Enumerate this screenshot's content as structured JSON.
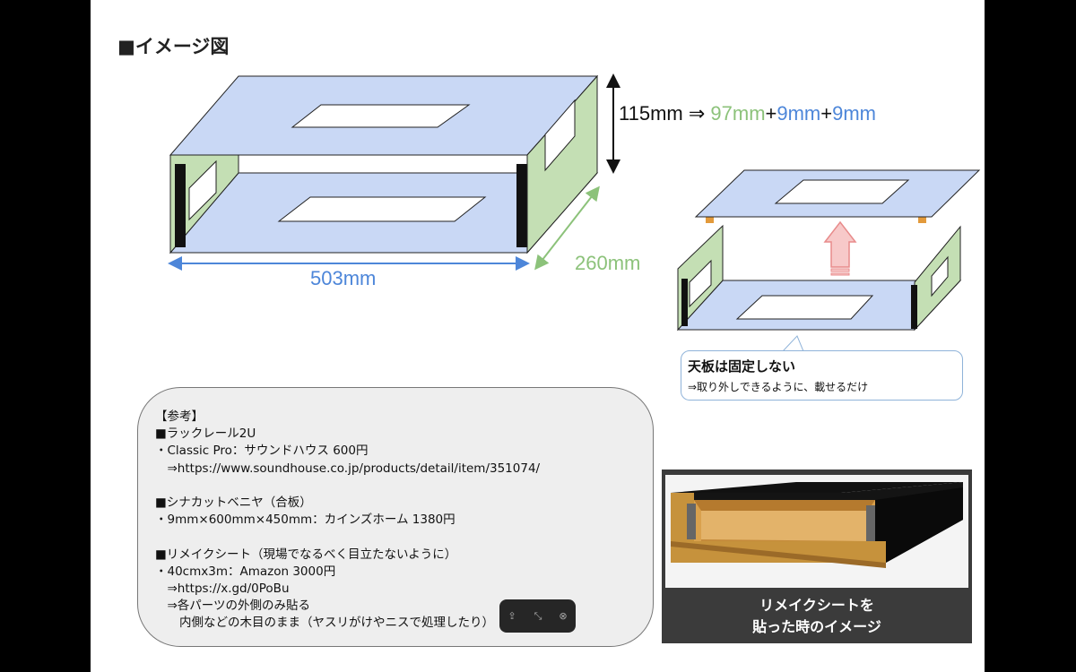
{
  "slide": {
    "title": "■イメージ図",
    "dimensions": {
      "height_total": "115mm ⇒ ",
      "height_part1": "97mm",
      "plus1": "+",
      "height_part2": "9mm",
      "plus2": "+",
      "height_part3": "9mm",
      "width": "503mm",
      "depth": "260mm"
    },
    "callout": {
      "main": "天板は固定しない",
      "sub": "⇒取り外しできるように、載せるだけ"
    },
    "reference_text": "【参考】\n■ラックレール2U\n・Classic Pro：サウンドハウス 600円\n　⇒https://www.soundhouse.co.jp/products/detail/item/351074/\n\n■シナカットベニヤ（合板）\n・9mm×600mm×450mm：カインズホーム 1380円\n\n■リメイクシート（現場でなるべく目立たないように）\n・40cmx3m：Amazon 3000円\n　⇒https://x.gd/0PoBu\n　⇒各パーツの外側のみ貼る\n　　内側などの木目のまま（ヤスリがけやニスで処理したり）",
    "photo_caption_line1": "リメイクシートを",
    "photo_caption_line2": "貼った時のイメージ"
  },
  "colors": {
    "panel_blue": "#c9d8f5",
    "side_green": "#c4dfb4",
    "accent_blue": "#4d86d9",
    "accent_green": "#8cc27a",
    "arrow_red": "#e88b8b"
  },
  "media_controls": {
    "share_icon": "share-icon",
    "fit_icon": "collapse-icon",
    "close_icon": "close-icon"
  }
}
